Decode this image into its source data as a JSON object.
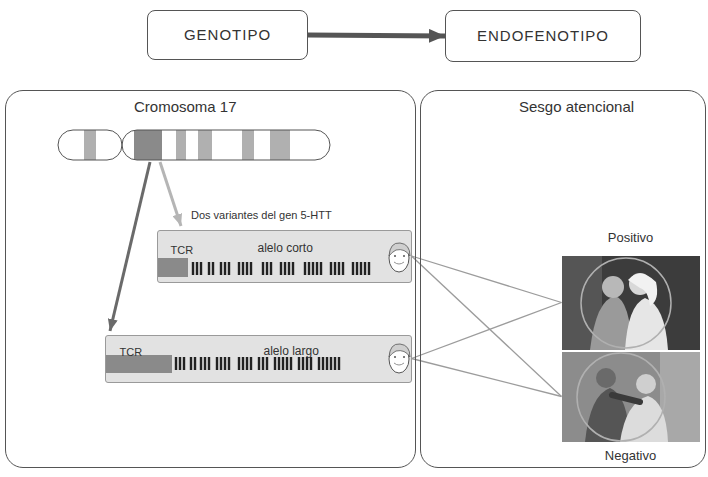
{
  "diagram": {
    "nodes": [
      {
        "text": [
          "GENOTIPO"
        ]
      },
      {
        "text": [
          "ENDOFENOTIPO"
        ]
      },
      {
        "text": [
          "Cromosoma 17"
        ]
      },
      {
        "text": [
          "TCR",
          "alelo corto"
        ],
        "in": 2
      },
      {
        "text": [
          "TCR",
          "alelo largo"
        ],
        "in": 2
      },
      {
        "text": [
          "Sesgo atencional"
        ]
      },
      {
        "text": [
          "Positivo"
        ],
        "in": 5
      },
      {
        "text": [
          "Negativo"
        ],
        "in": 5
      }
    ],
    "edges": [
      {
        "from": 0,
        "to": 1,
        "arrow": "to"
      },
      {
        "from": 3,
        "to": 6,
        "arrow": "none"
      },
      {
        "from": 3,
        "to": 7,
        "arrow": "none"
      },
      {
        "from": 4,
        "to": 6,
        "arrow": "none"
      },
      {
        "from": 4,
        "to": 7,
        "arrow": "none"
      }
    ],
    "labels": [
      "Dos variantes del gen 5-HTT"
    ]
  }
}
